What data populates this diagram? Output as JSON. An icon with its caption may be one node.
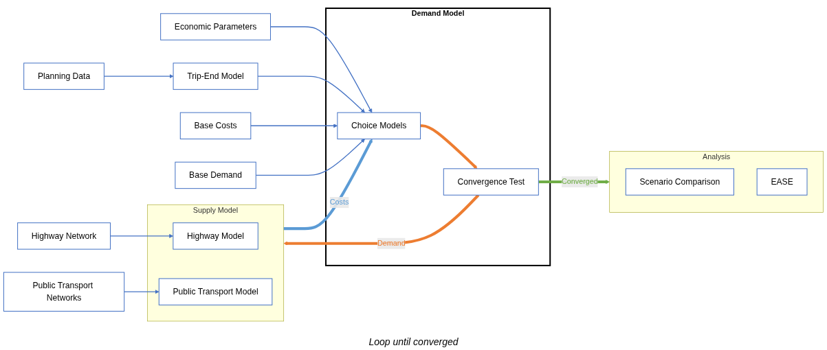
{
  "diagram": {
    "nodes": [
      {
        "text": [
          "Highway Network"
        ]
      },
      {
        "text": [
          "Planning Data"
        ]
      },
      {
        "text": [
          "Economic Parameters"
        ]
      },
      {
        "text": [
          "Supply Model"
        ]
      },
      {
        "text": [
          "Highway Model"
        ],
        "in": 3
      },
      {
        "text": [
          "Demand Model"
        ]
      },
      {
        "text": [
          "Trip-End Model"
        ]
      },
      {
        "text": [
          "Choice Models"
        ],
        "in": 5
      },
      {
        "text": [
          "Convergence Test"
        ],
        "in": 5
      },
      {
        "text": [
          "Public Transport Model"
        ],
        "in": 3
      },
      {
        "text": [
          "Base Costs"
        ]
      },
      {
        "text": [
          "Base Demand"
        ]
      },
      {
        "text": [
          "Analysis"
        ]
      },
      {
        "text": [
          "Scenario Comparison"
        ],
        "in": 12
      },
      {
        "text": [
          "EASE"
        ],
        "in": 12
      },
      {
        "text": [
          "Public Transport Networks"
        ]
      }
    ],
    "edges": [
      {
        "from": 0,
        "to": 4,
        "arrow": "to"
      },
      {
        "from": 1,
        "to": 6,
        "arrow": "to"
      },
      {
        "from": 2,
        "to": 7,
        "arrow": "to"
      },
      {
        "from": 6,
        "to": 7,
        "arrow": "to"
      },
      {
        "from": 10,
        "to": 7,
        "arrow": "to"
      },
      {
        "from": 11,
        "to": 7,
        "arrow": "to"
      },
      {
        "from": 7,
        "to": 8,
        "arrow": "to",
        "style": "thick",
        "color": "#ed7d31"
      },
      {
        "from": 8,
        "to": 3,
        "arrow": "to",
        "label": "Demand",
        "style": "thick",
        "color": "#ed7d31"
      },
      {
        "from": 3,
        "to": 7,
        "arrow": "to",
        "label": "Costs",
        "style": "thick",
        "color": "#5b9bd5"
      },
      {
        "from": 8,
        "to": 12,
        "arrow": "to",
        "label": "Converged",
        "style": "thick",
        "color": "#70ad47"
      },
      {
        "from": 15,
        "to": 9,
        "arrow": "to"
      }
    ],
    "labels": [
      "Loop until converged"
    ]
  }
}
